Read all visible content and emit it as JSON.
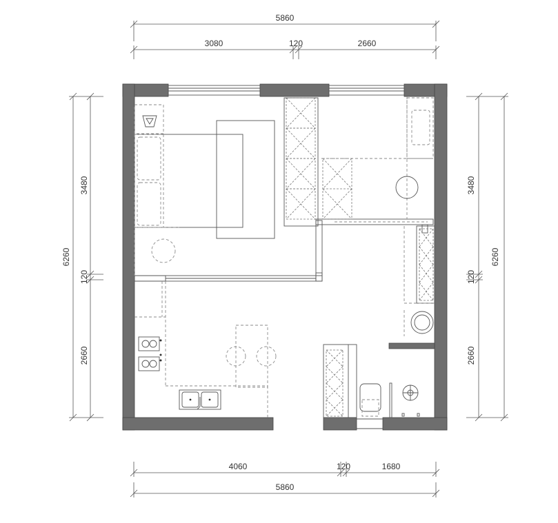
{
  "dimensions": {
    "top_total": "5860",
    "top_left": "3080",
    "top_mid": "120",
    "top_right": "2660",
    "left_total": "6260",
    "left_upper": "3480",
    "left_mid": "120",
    "left_lower": "2660",
    "right_total": "6260",
    "right_upper": "3480",
    "right_mid": "120",
    "right_lower": "2660",
    "bottom_left": "4060",
    "bottom_mid": "120",
    "bottom_right": "1680",
    "bottom_total": "5860"
  }
}
